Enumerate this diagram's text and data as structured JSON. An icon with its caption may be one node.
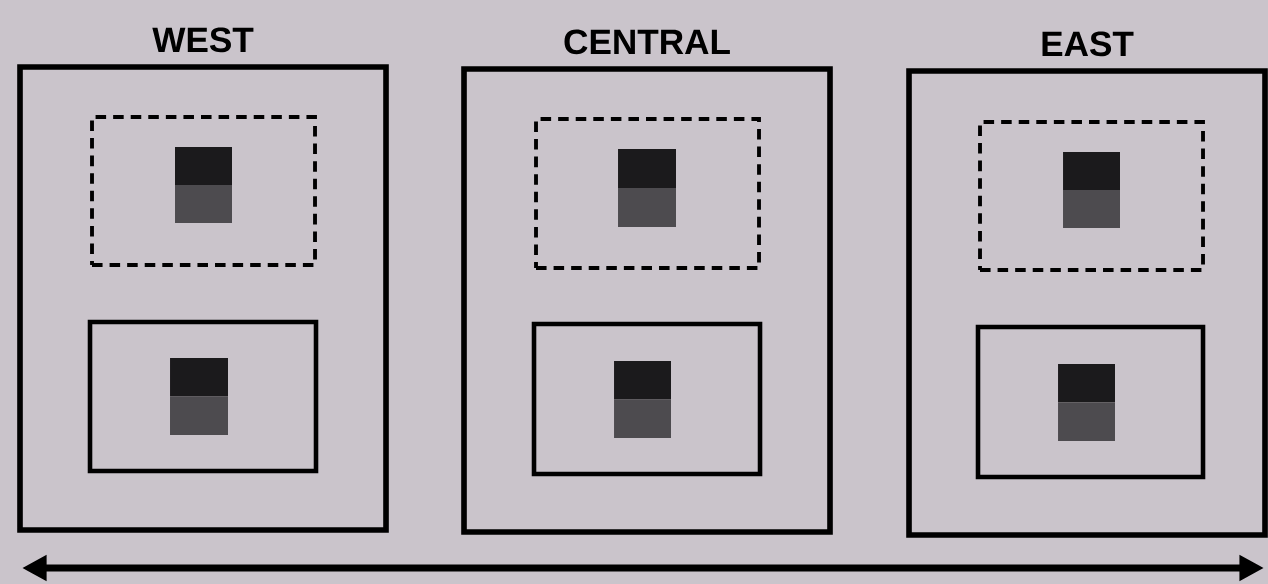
{
  "diagram": {
    "nodes": [
      {
        "text": [
          "WEST"
        ]
      },
      {
        "text": [],
        "shape": "box",
        "in": 0
      },
      {
        "text": [],
        "shape": "box",
        "in": 1
      },
      {
        "text": [],
        "shape": "box",
        "in": 0
      },
      {
        "text": [],
        "shape": "box",
        "in": 3
      },
      {
        "text": [
          "CENTRAL"
        ]
      },
      {
        "text": [],
        "shape": "box",
        "in": 5
      },
      {
        "text": [],
        "shape": "box",
        "in": 6
      },
      {
        "text": [],
        "shape": "box",
        "in": 5
      },
      {
        "text": [],
        "shape": "box",
        "in": 8
      },
      {
        "text": [
          "EAST"
        ]
      },
      {
        "text": [],
        "shape": "box",
        "in": 10
      },
      {
        "text": [],
        "shape": "box",
        "in": 11
      },
      {
        "text": [],
        "shape": "box",
        "in": 10
      },
      {
        "text": [],
        "shape": "box",
        "in": 13
      }
    ]
  }
}
